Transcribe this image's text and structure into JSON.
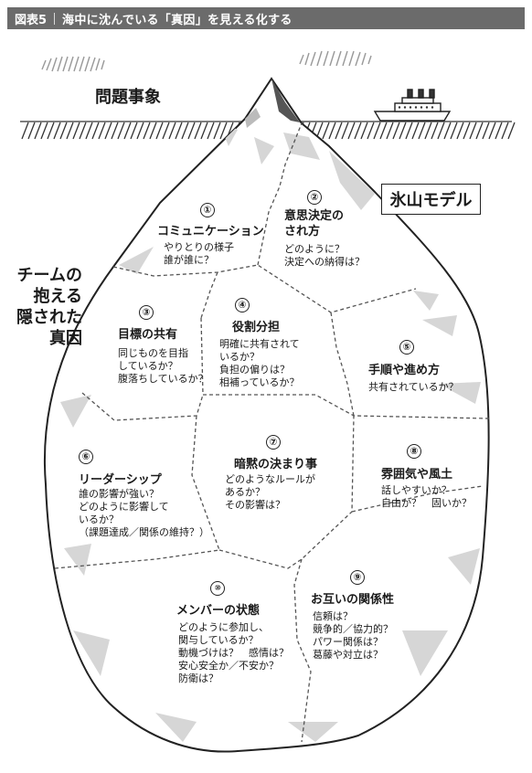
{
  "header": {
    "figure": "図表5",
    "title": "海中に沈んでいる「真因」を見える化する"
  },
  "surface_label": "問題事象",
  "model_label": "氷山モデル",
  "side_label": [
    "チームの",
    "抱える",
    "隠された",
    "真因"
  ],
  "regions": [
    {
      "num": "①",
      "title": "コミュニケーション",
      "questions": [
        "やりとりの様子",
        "誰が誰に？"
      ]
    },
    {
      "num": "②",
      "title": [
        "意思決定の",
        "され方"
      ],
      "questions": [
        "どのように？",
        "決定への納得は？"
      ]
    },
    {
      "num": "③",
      "title": "目標の共有",
      "questions": [
        "同じものを目指",
        "しているか？",
        "腹落ちしているか？"
      ]
    },
    {
      "num": "④",
      "title": "役割分担",
      "questions": [
        "明確に共有されて",
        "いるか？",
        "負担の偏りは？",
        "相補っているか？"
      ]
    },
    {
      "num": "⑤",
      "title": "手順や進め方",
      "questions": [
        "共有されているか？"
      ]
    },
    {
      "num": "⑥",
      "title": "リーダーシップ",
      "questions": [
        "誰の影響が強い？",
        "どのように影響して",
        "いるか？",
        "（課題達成／関係の維持？）"
      ]
    },
    {
      "num": "⑦",
      "title": "暗黙の決まり事",
      "questions": [
        "どのようなルールが",
        "あるか？",
        "その影響は？"
      ]
    },
    {
      "num": "⑧",
      "title": "雰囲気や風土",
      "questions": [
        "話しやすいか？",
        "自由か？　固いか？"
      ]
    },
    {
      "num": "⑨",
      "title": "お互いの関係性",
      "questions": [
        "信頼は？",
        "競争的／協力的？",
        "パワー関係は？",
        "葛藤や対立は？"
      ]
    },
    {
      "num": "⑩",
      "title": "メンバーの状態",
      "questions": [
        "どのように参加し、",
        "関与しているか？",
        "動機づけは？　感情は？",
        "安心安全か／不安か？",
        "防衛は？"
      ]
    }
  ]
}
